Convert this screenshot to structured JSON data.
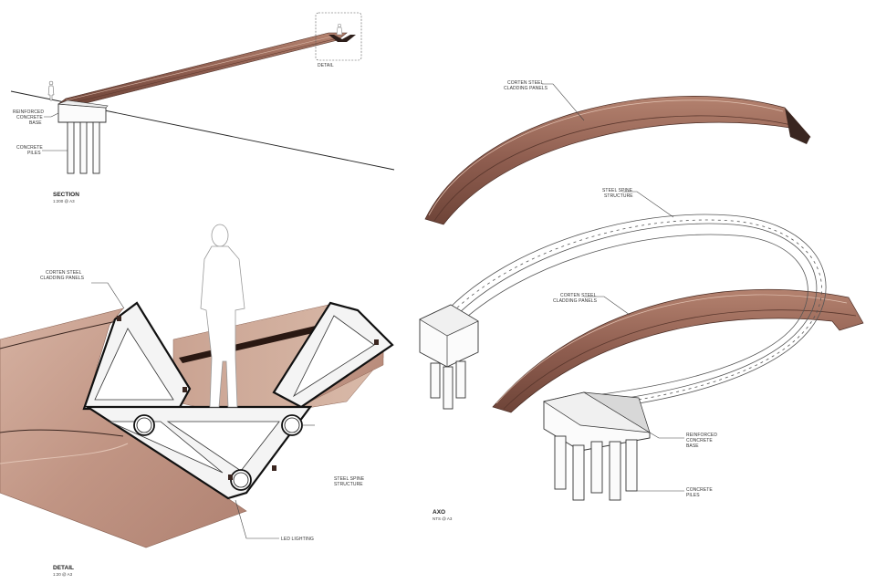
{
  "section": {
    "title": "SECTION",
    "scale": "1:200 @ A3",
    "labels": {
      "base_line1": "REINFORCED",
      "base_line2": "CONCRETE",
      "base_line3": "BASE",
      "piles_line1": "CONCRETE",
      "piles_line2": "PILES",
      "detail_tag": "DETAIL"
    }
  },
  "detail": {
    "title": "DETAIL",
    "scale": "1:20 @ A3",
    "labels": {
      "cladding_line1": "CORTEN STEEL",
      "cladding_line2": "CLADDING PANELS",
      "spine_line1": "STEEL SPINE",
      "spine_line2": "STRUCTURE",
      "led": "LED LIGHTING"
    }
  },
  "axo": {
    "title": "AXO",
    "scale": "NTS @ A3",
    "labels": {
      "cladding_top_line1": "CORTEN STEEL",
      "cladding_top_line2": "CLADDING PANELS",
      "spine_line1": "STEEL SPINE",
      "spine_line2": "STRUCTURE",
      "cladding_low_line1": "CORTEN STEEL",
      "cladding_low_line2": "CLADDING PANELS",
      "base_line1": "REINFORCED",
      "base_line2": "CONCRETE",
      "base_line3": "BASE",
      "piles_line1": "CONCRETE",
      "piles_line2": "PILES"
    }
  },
  "colors": {
    "corten_light": "#c9a08e",
    "corten_mid": "#a8786a",
    "corten_dark": "#6e4438",
    "ink": "#333333"
  }
}
